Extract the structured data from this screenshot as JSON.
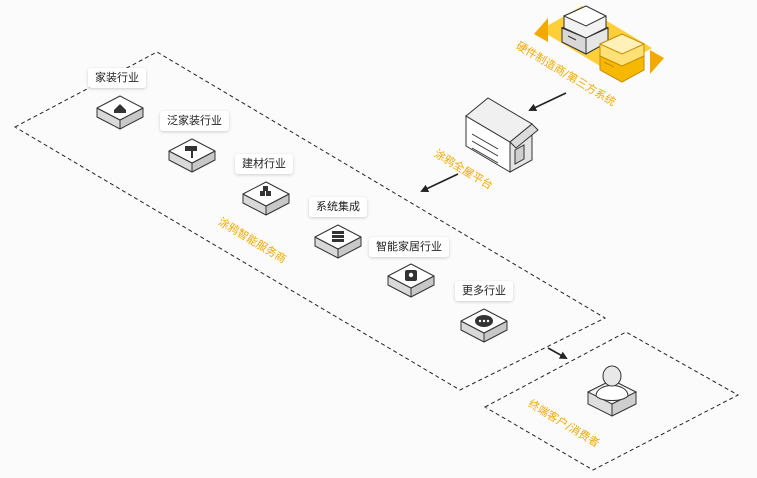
{
  "colors": {
    "accent": "#f2a900",
    "accent_light": "#ffd54a",
    "cube_top": "#ffffff",
    "cube_side": "#d9d9d9",
    "line": "#222222"
  },
  "industries": [
    {
      "label": "家装行业",
      "icon": "house-icon"
    },
    {
      "label": "泛家装行业",
      "icon": "paint-roller-icon"
    },
    {
      "label": "建材行业",
      "icon": "brick-stack-icon"
    },
    {
      "label": "系统集成",
      "icon": "server-stack-icon"
    },
    {
      "label": "智能家居行业",
      "icon": "smart-device-icon"
    },
    {
      "label": "更多行业",
      "icon": "more-dots-icon"
    }
  ],
  "text": {
    "suppliers": "硬件制造商/第三方系统",
    "platform": "涂鸦全屋平台",
    "integrators": "涂鸦智能服务商",
    "consumers": "终端客户/消费者"
  }
}
